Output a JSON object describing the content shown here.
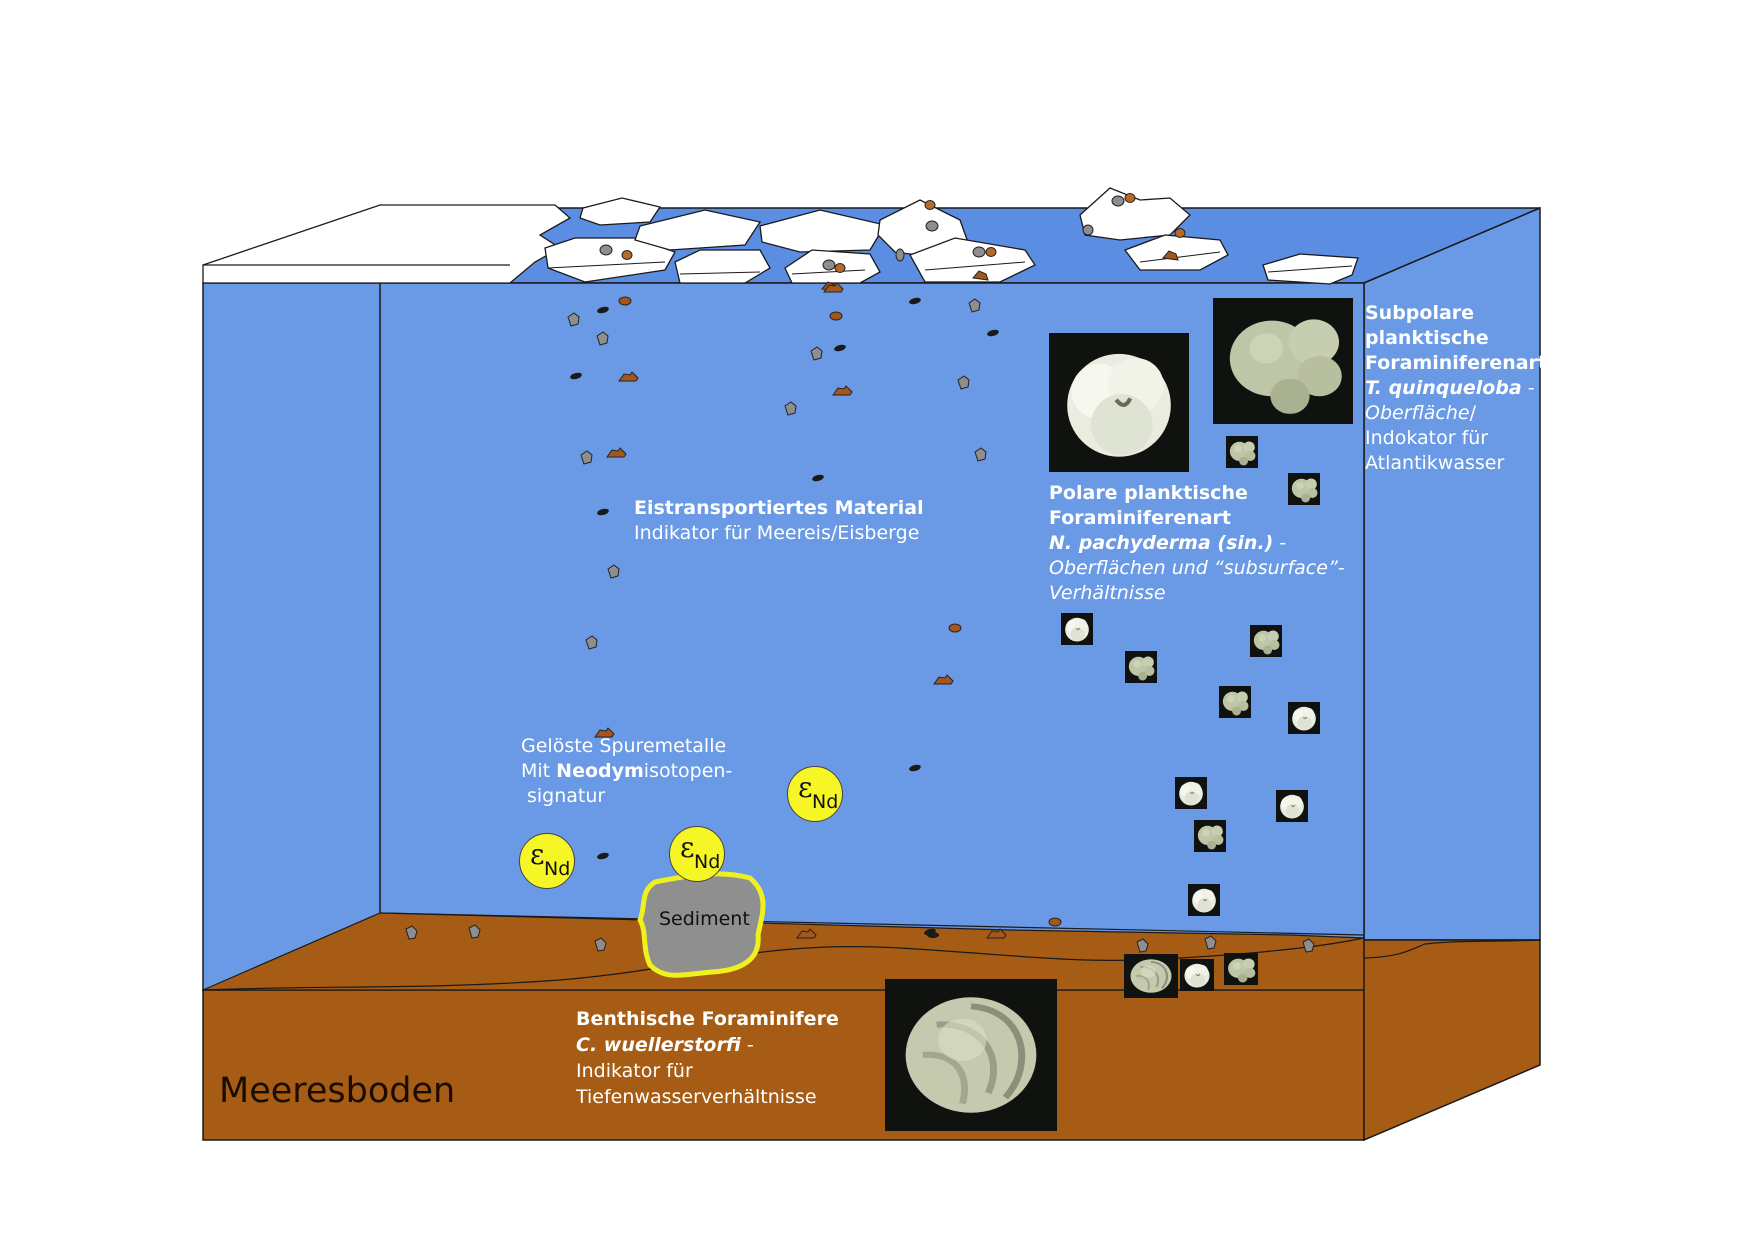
{
  "labels": {
    "ice_material_title": "Eistransportiertes Material",
    "ice_material_desc": "Indikator für Meereis/Eisberge",
    "trace_line1": "Gelöste Spuremetalle",
    "trace_line2_pre": "Mit ",
    "trace_line2_bold": "Neodym",
    "trace_line2_post": "isotopen-",
    "trace_line3": "signatur",
    "polar_line1": "Polare planktische",
    "polar_line2": "Foraminiferenart",
    "polar_species": "N. pachyderma (sin.)",
    "polar_dash": " -",
    "polar_line4": "Oberflächen und “subsurface”-",
    "polar_line5": "Verhältnisse",
    "subpolar_line1": "Subpolare",
    "subpolar_line2": "planktische",
    "subpolar_line3": "Foraminiferenart",
    "subpolar_species": "T. quinqueloba",
    "subpolar_dash": " -",
    "subpolar_line5_italic": "Oberfläche",
    "subpolar_line5_slash": "/",
    "subpolar_line6": "Indokator für",
    "subpolar_line7": "Atlantikwasser",
    "benthic_line1": "Benthische Foraminifere",
    "benthic_species": "C. wuellerstorfi",
    "benthic_dash": " -",
    "benthic_line3": "Indikator für",
    "benthic_line4": "Tiefenwasserverhältnisse",
    "sediment": "Sediment",
    "seafloor": "Meeresboden",
    "nd_epsilon": "ε",
    "nd_subscript": "Nd"
  },
  "colors": {
    "water_front": "#6a9ae5",
    "water_right": "#6a9ae5",
    "water_top": "#5b8de3",
    "seafloor": "#a65c14",
    "seafloor_dark": "#9a5512",
    "ice": "#ffffff",
    "grain_gray": "#8e8e8e",
    "grain_brown": "#a4561c",
    "grain_black": "#1a1a1a",
    "nd_yellow": "#f6f526",
    "sediment_gray": "#8f8f8f",
    "sediment_outline": "#f0f020"
  }
}
